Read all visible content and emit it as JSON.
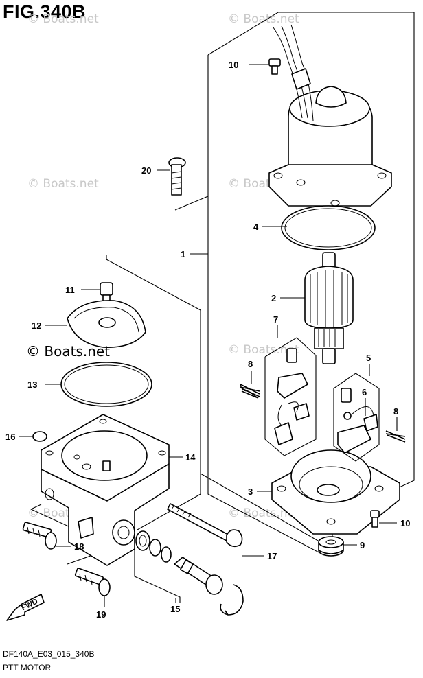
{
  "figure": {
    "title": "FIG.340B",
    "code": "DF140A_E03_015_340B",
    "caption": "PTT MOTOR"
  },
  "watermark": {
    "text": "© Boats.net",
    "emphasized_text": "© Boats.net"
  },
  "fwd_arrow_label": "FWD",
  "callouts": [
    {
      "id": "c1",
      "label": "1"
    },
    {
      "id": "c2",
      "label": "2"
    },
    {
      "id": "c3",
      "label": "3"
    },
    {
      "id": "c4",
      "label": "4"
    },
    {
      "id": "c5",
      "label": "5"
    },
    {
      "id": "c6",
      "label": "6"
    },
    {
      "id": "c7",
      "label": "7"
    },
    {
      "id": "c8a",
      "label": "8"
    },
    {
      "id": "c8b",
      "label": "8"
    },
    {
      "id": "c9",
      "label": "9"
    },
    {
      "id": "c10a",
      "label": "10"
    },
    {
      "id": "c10b",
      "label": "10"
    },
    {
      "id": "c11",
      "label": "11"
    },
    {
      "id": "c12",
      "label": "12"
    },
    {
      "id": "c13",
      "label": "13"
    },
    {
      "id": "c14",
      "label": "14"
    },
    {
      "id": "c15",
      "label": "15"
    },
    {
      "id": "c16",
      "label": "16"
    },
    {
      "id": "c17",
      "label": "17"
    },
    {
      "id": "c18",
      "label": "18"
    },
    {
      "id": "c19",
      "label": "19"
    },
    {
      "id": "c20",
      "label": "20"
    }
  ]
}
